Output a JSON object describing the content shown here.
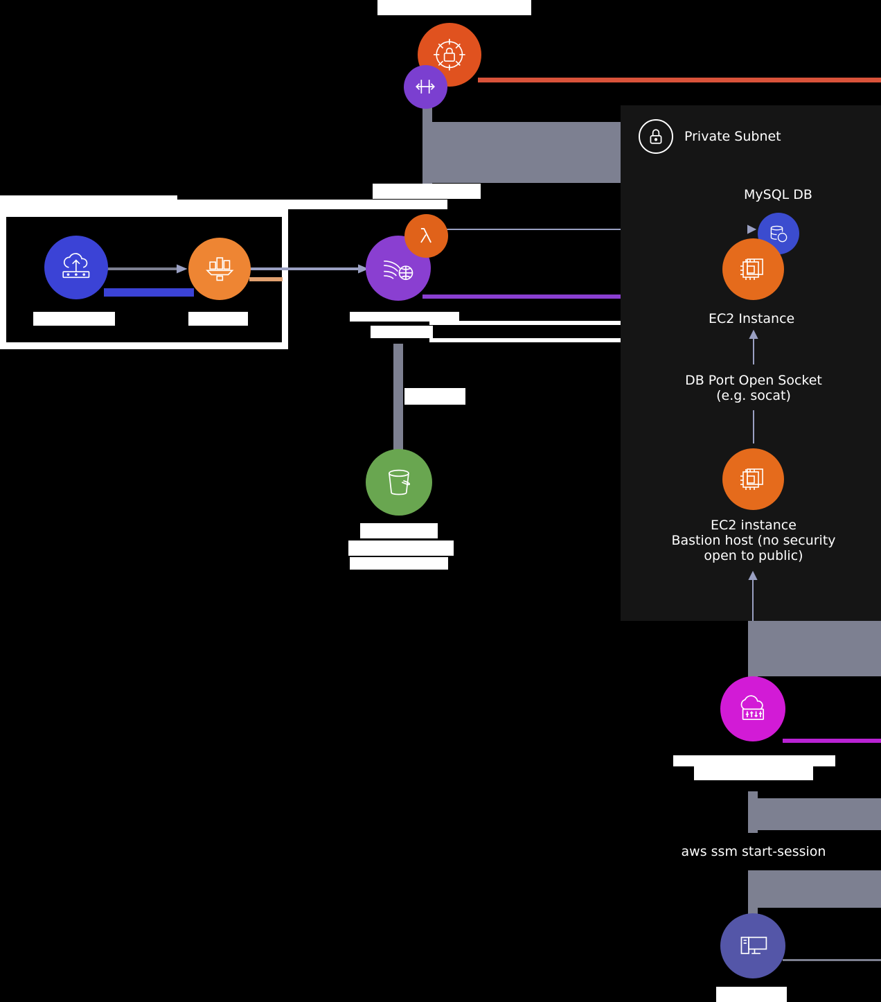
{
  "colors": {
    "background": "#000000",
    "subnet_panel": "#151515",
    "connector_gray": "#7d8091",
    "connector_purple": "#8a3fd1",
    "connector_red": "#d9533a",
    "connector_magenta": "#b922d4",
    "arrow_line": "#9aa0c2",
    "white": "#ffffff"
  },
  "private_subnet": {
    "title": "Private Subnet",
    "icon": "lock-icon"
  },
  "nodes": {
    "waf": {
      "icon": "waf-lock-icon",
      "color": "#e0521f"
    },
    "gateway": {
      "icon": "gateway-arrows-icon",
      "color": "#7b3fd0"
    },
    "router": {
      "icon": "cloud-router-icon",
      "color": "#3b43d6"
    },
    "glue": {
      "icon": "glue-crawler-icon",
      "color": "#ee8533"
    },
    "lambda": {
      "icon": "lambda-icon",
      "color": "#e0621a"
    },
    "firehose": {
      "icon": "kinesis-firehose-icon",
      "color": "#8a3fd1"
    },
    "s3": {
      "icon": "s3-bucket-icon",
      "color": "#69a650"
    },
    "mysql": {
      "icon": "database-sql-icon",
      "color": "#3b4ccf"
    },
    "ec2_db": {
      "icon": "ec2-chip-icon",
      "color": "#e56b1c"
    },
    "ec2_bastion": {
      "icon": "ec2-chip-icon",
      "color": "#e56b1c"
    },
    "ssm": {
      "icon": "systems-manager-icon",
      "color": "#d21bd6"
    },
    "client": {
      "icon": "desktop-client-icon",
      "color": "#5456a8"
    }
  },
  "labels": {
    "mysql_db": "MySQL DB",
    "ec2_instance": "EC2 Instance",
    "db_port_socket": "DB Port Open Socket\n(e.g. socat)",
    "ec2_bastion": "EC2 instance\nBastion host (no security\nopen to public)",
    "ssm_command": "aws ssm start-session"
  }
}
